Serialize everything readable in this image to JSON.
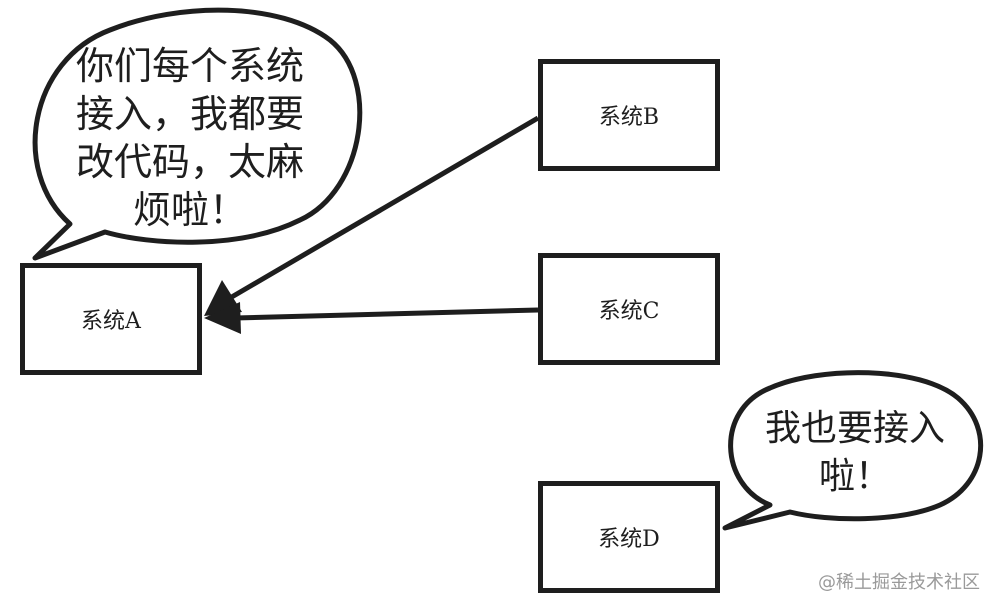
{
  "nodes": {
    "a": {
      "label": "系统A"
    },
    "b": {
      "label": "系统B"
    },
    "c": {
      "label": "系统C"
    },
    "d": {
      "label": "系统D"
    }
  },
  "bubbles": {
    "a": {
      "text": "你们每个系统\n接入，我都要\n改代码，太麻\n烦啦！"
    },
    "d": {
      "text": "我也要接入\n啦！"
    }
  },
  "watermark": "@稀土掘金技术社区",
  "colors": {
    "stroke": "#1e1e1e",
    "background": "#ffffff",
    "watermark": "#9a9a9a"
  }
}
